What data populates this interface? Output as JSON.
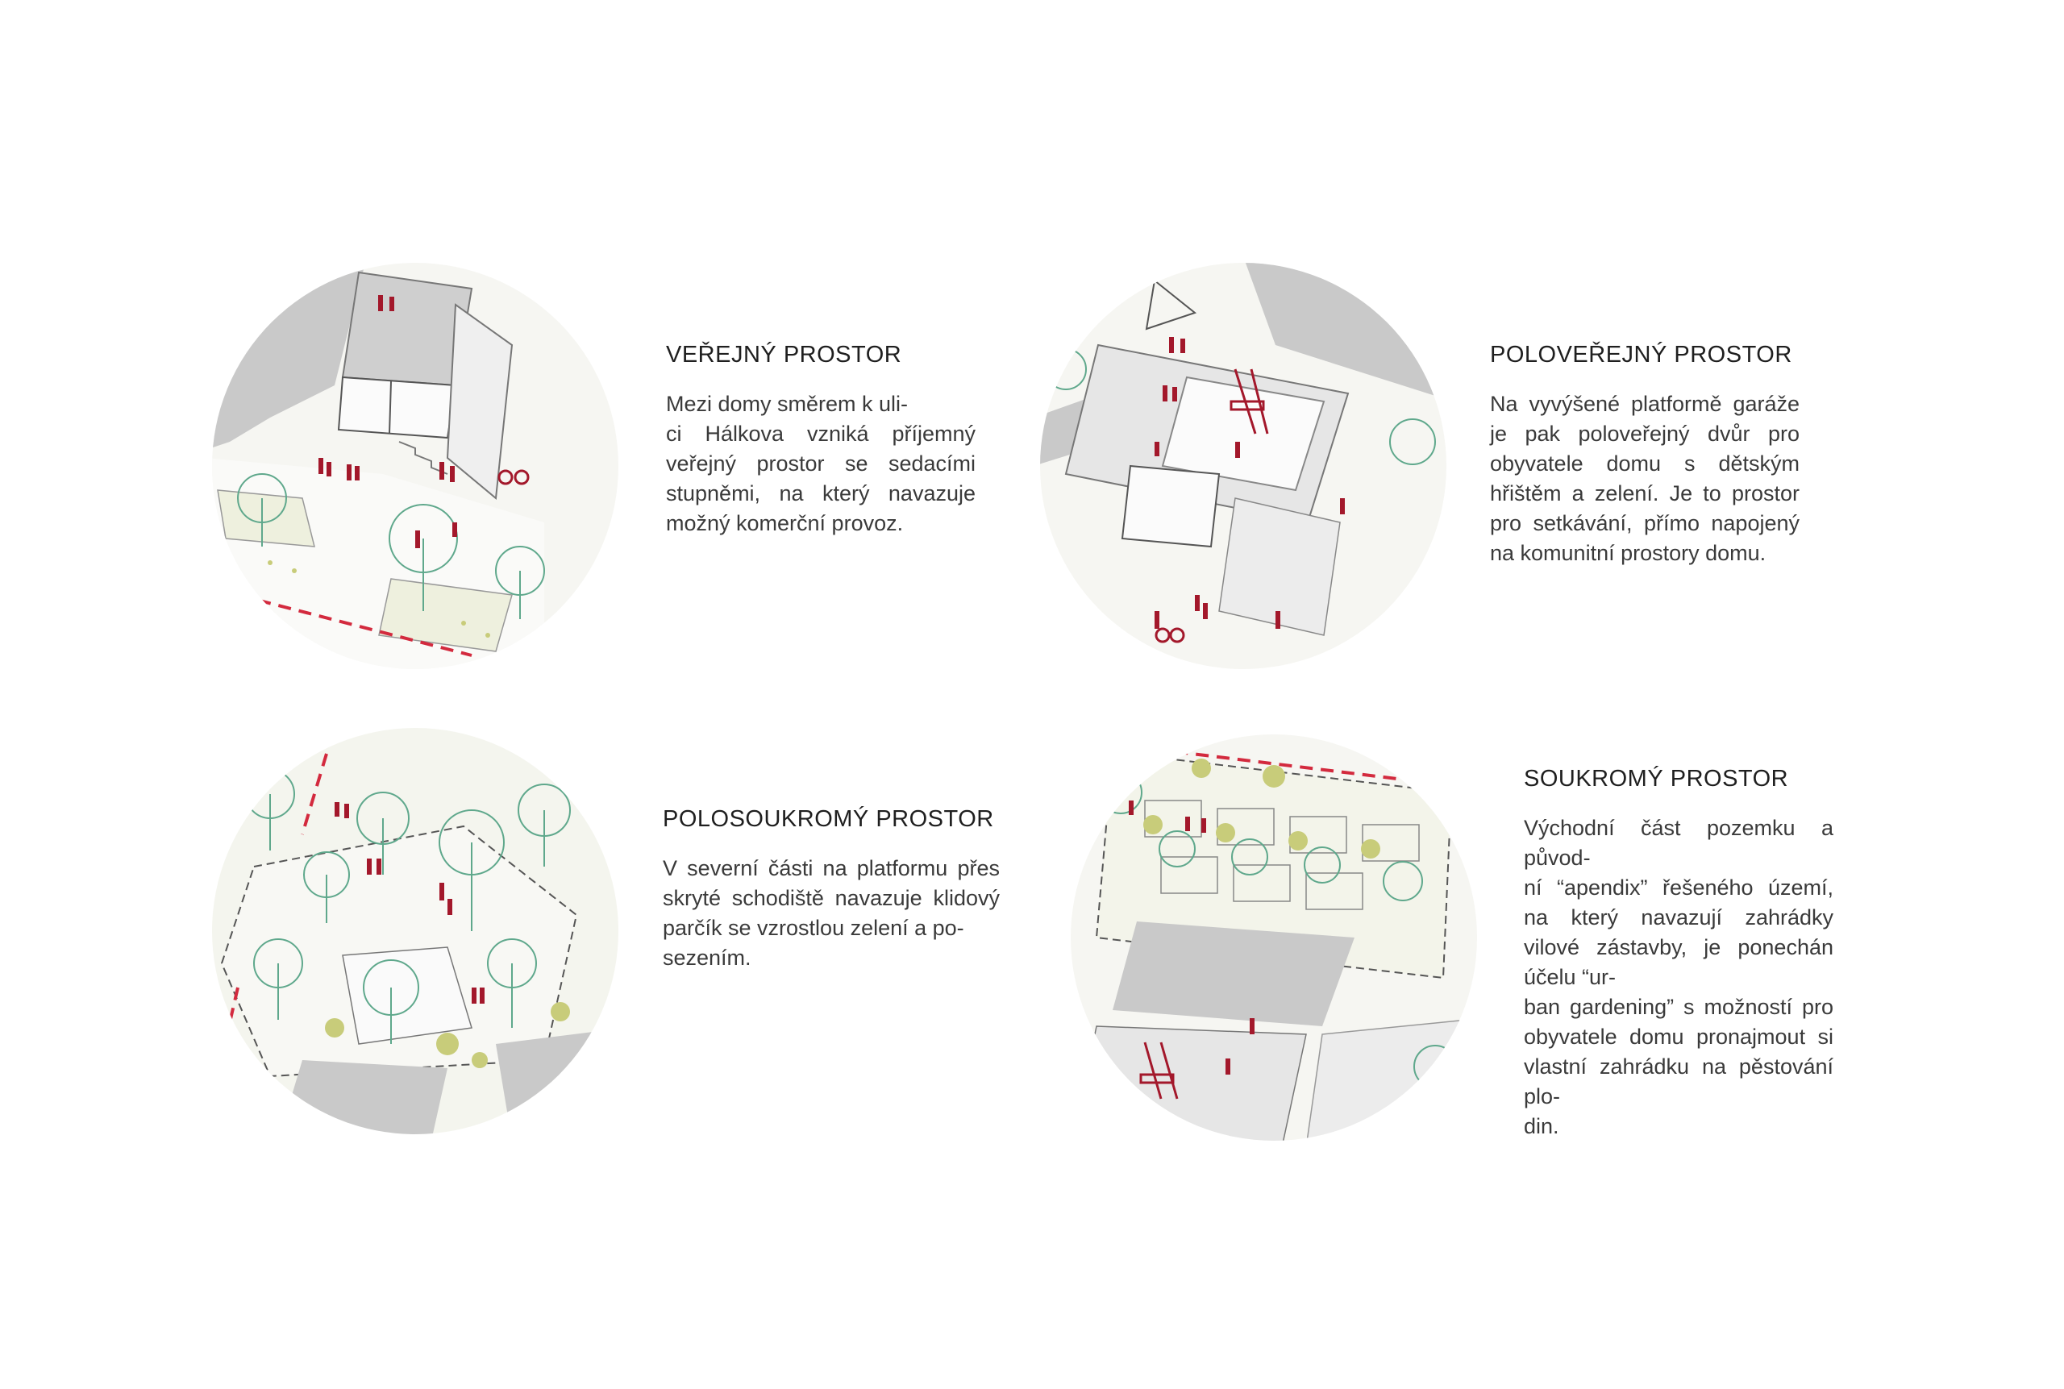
{
  "panels": [
    {
      "title": "VEŘEJNÝ PROSTOR",
      "body": "Mezi domy směrem k uli-\nci Hálkova vzniká příjemný veřejný prostor se sedacími stupněmi, na který navazuje možný komerční provoz.",
      "illustration": "public-space-axonometric"
    },
    {
      "title": "POLOVEŘEJNÝ PROSTOR",
      "body": "Na vyvýšené platformě garáže je pak poloveřejný dvůr pro obyvatele domu s dětským hřištěm a zelení. Je to prostor pro setkávání, přímo napojený na komunitní prostory domu.",
      "illustration": "semi-public-space-axonometric"
    },
    {
      "title": "POLOSOUKROMÝ PROSTOR",
      "body": "V severní části na platformu přes skryté schodiště navazuje klidový parčík se vzrostlou zelení a po-\nsezením.",
      "illustration": "semi-private-space-axonometric"
    },
    {
      "title": "SOUKROMÝ PROSTOR",
      "body": "Východní část pozemku a původ-\nní “apendix” řešeného území, na který navazují zahrádky vilové zástavby, je ponechán účelu “ur-\nban gardening” s možností pro obyvatele domu pronajmout si vlastní zahrádku na pěstování plo-\ndin.",
      "illustration": "private-space-axonometric"
    }
  ],
  "colors": {
    "building": "#c9c9c9",
    "paving": "#e6e6e6",
    "tree": "#5fa88c",
    "shrub": "#c8cc7a",
    "people": "#a3182b",
    "boundary": "#d32a3e",
    "text": "#2b2b2b"
  }
}
